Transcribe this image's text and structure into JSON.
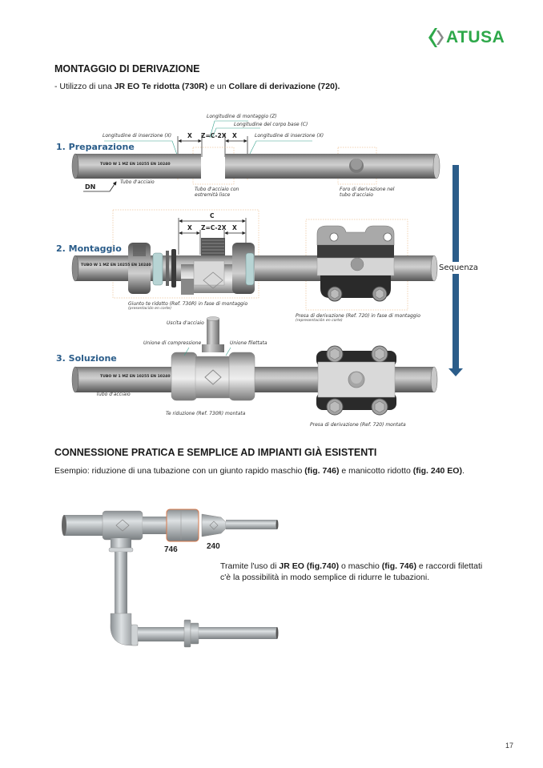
{
  "header": {
    "logo_text": "ATUSA",
    "brand_color": "#2ea84a",
    "logo_chevron_color": "#888888"
  },
  "section1": {
    "title": "MONTAGGIO DI DERIVAZIONE",
    "intro_prefix": "- Utilizzo di una ",
    "intro_bold1": "JR EO Te ridotta (730R)",
    "intro_mid": " e un ",
    "intro_bold2": "Collare di derivazione (720).",
    "diagram": {
      "labels": {
        "mounting_length": "Longitudine di montaggio (Z)",
        "body_length": "Longitudine del corpo base (C)",
        "insertion_left": "Longitudine di inserzione (X)",
        "insertion_right": "Longitudine di inserzione (X)",
        "dim_x": "X",
        "dim_z": "Z=C-2X",
        "dim_c": "C"
      },
      "steps": [
        {
          "title": "1. Preparazione",
          "pipe_marking": "TUBO W 1  MZ  EN 10255  EN 10240",
          "dn": "DN",
          "pipe_label": "Tubo d'acciaio",
          "smooth_ends": "Tubo d'acciaio con estremità lisce",
          "branch_hole": "Foro di derivazione nel tubo d'acciaio"
        },
        {
          "title": "2. Montaggio",
          "pipe_marking": "TUBO W 1  MZ  EN 10255  EN 10240",
          "tee_caption": "Giunto te ridotto (Ref. 730R) in fase di montaggio",
          "tee_subcaption": "(presentación en corte)",
          "collar_caption": "Presa di derivazione (Ref. 720) in fase di montaggio",
          "collar_subcaption": "(representación en corte)"
        },
        {
          "title": "3. Soluzione",
          "pipe_marking": "TUBO W 1  MZ  EN 10255  EN 10240",
          "pipe_label": "Tubo d'acciaio",
          "steel_outlet": "Uscita d'acciaio",
          "compression_union": "Unione di compressione",
          "threaded_union": "Unione filettata",
          "tee_caption": "Te riduzione (Ref. 730R) montata",
          "collar_caption": "Presa di derivazione (Ref. 720) montata"
        }
      ],
      "sequence_label": "Sequenza",
      "sequence_color": "#2b5d8a"
    }
  },
  "section2": {
    "title": "CONNESSIONE PRATICA E SEMPLICE AD IMPIANTI GIÀ ESISTENTI",
    "example_prefix": "Esempio: riduzione di una tubazione con un giunto rapido maschio ",
    "example_bold1": "(fig. 746)",
    "example_mid": " e manicotto ridotto ",
    "example_bold2": "(fig. 240 EO)",
    "example_suffix": ".",
    "fig_746": "746",
    "fig_240": "240",
    "note_line1_prefix": "Tramite l'uso di ",
    "note_line1_bold1": "JR EO (fig.740)",
    "note_line1_mid": " o maschio ",
    "note_line1_bold2": "(fig. 746)",
    "note_line1_suffix": " e raccordi filettati",
    "note_line2": "c'è la possibilità in modo semplice di ridurre le tubazioni."
  },
  "footer": {
    "page_number": "17"
  }
}
